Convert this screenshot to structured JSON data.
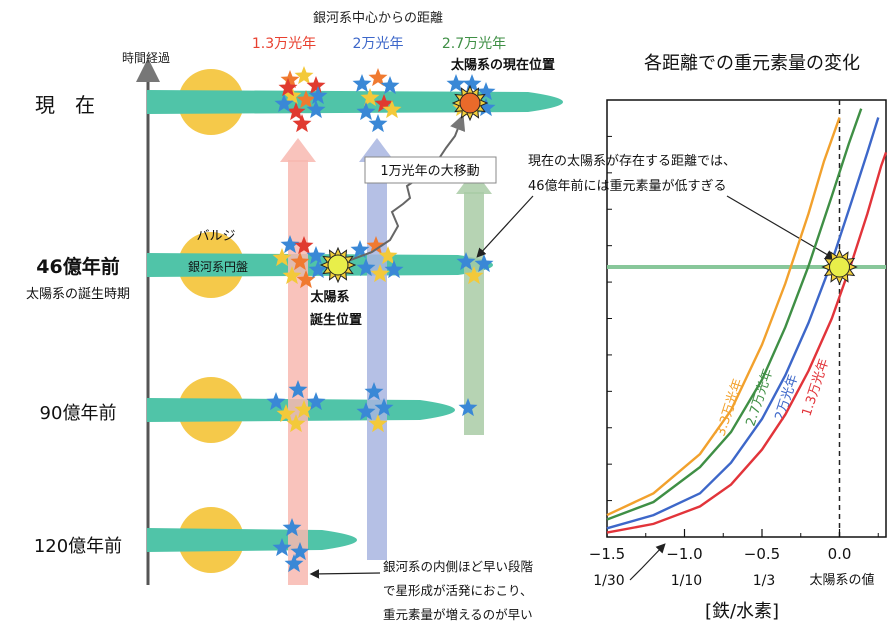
{
  "top": {
    "distance_title": "銀河系中心からの距離",
    "distances": [
      {
        "label": "1.3万光年",
        "color": "#e8402f"
      },
      {
        "label": "2万光年",
        "color": "#3d67c9"
      },
      {
        "label": "2.7万光年",
        "color": "#3f8f45"
      }
    ],
    "sun_now_label": "太陽系の現在位置"
  },
  "timeline": {
    "axis_label": "時間経過",
    "rows": [
      {
        "label": "現　在"
      },
      {
        "label": "46億年前",
        "sublabel": "太陽系の誕生時期"
      },
      {
        "label": "90億年前"
      },
      {
        "label": "120億年前"
      }
    ],
    "bulge_label": "バルジ",
    "disk_label": "銀河系円盤",
    "sun_birth_label": [
      "太陽系",
      "誕生位置"
    ],
    "migration_label": "1万光年の大移動"
  },
  "annotations": {
    "present_note": [
      "現在の太陽系が存在する距離では、",
      "46億年前には重元素量が低すぎる"
    ],
    "inner_note": [
      "銀河系の内側ほど早い段階",
      "で星形成が活発におこり、",
      "重元素量が増えるのが早い"
    ]
  },
  "chart_data": {
    "type": "line",
    "title": "各距離での重元素量の変化",
    "xlabel": "[鉄/水素]",
    "xlim": [
      -1.5,
      0.3
    ],
    "x_ticks": [
      -1.5,
      -1.0,
      -0.5,
      0.0
    ],
    "x_tick_labels": [
      "−1.5",
      "−1.0",
      "−0.5",
      "0.0"
    ],
    "x_ratio_labels": [
      "1/30",
      "1/10",
      "1/3"
    ],
    "sun_value_label": "太陽系の値",
    "sun_reference_x": 0.0,
    "birth_time_line_color": "#88c79a",
    "series": [
      {
        "name": "3.3万光年",
        "color": "#f2a12d",
        "points": [
          [
            -1.5,
            0.05
          ],
          [
            -1.2,
            0.1
          ],
          [
            -0.9,
            0.19
          ],
          [
            -0.7,
            0.29
          ],
          [
            -0.5,
            0.44
          ],
          [
            -0.35,
            0.58
          ],
          [
            -0.2,
            0.74
          ],
          [
            -0.1,
            0.86
          ],
          [
            0.0,
            0.96
          ]
        ]
      },
      {
        "name": "2.7万光年",
        "color": "#3f8f45",
        "points": [
          [
            -1.5,
            0.04
          ],
          [
            -1.2,
            0.08
          ],
          [
            -0.9,
            0.16
          ],
          [
            -0.7,
            0.24
          ],
          [
            -0.5,
            0.36
          ],
          [
            -0.35,
            0.48
          ],
          [
            -0.2,
            0.62
          ],
          [
            -0.05,
            0.78
          ],
          [
            0.06,
            0.9
          ],
          [
            0.14,
            0.98
          ]
        ]
      },
      {
        "name": "2万光年",
        "color": "#3d67c9",
        "points": [
          [
            -1.5,
            0.02
          ],
          [
            -1.2,
            0.05
          ],
          [
            -0.9,
            0.1
          ],
          [
            -0.7,
            0.17
          ],
          [
            -0.5,
            0.27
          ],
          [
            -0.35,
            0.37
          ],
          [
            -0.2,
            0.49
          ],
          [
            -0.05,
            0.63
          ],
          [
            0.08,
            0.77
          ],
          [
            0.18,
            0.88
          ],
          [
            0.25,
            0.96
          ]
        ]
      },
      {
        "name": "1.3万光年",
        "color": "#e2343a",
        "points": [
          [
            -1.5,
            0.01
          ],
          [
            -1.2,
            0.03
          ],
          [
            -0.9,
            0.07
          ],
          [
            -0.7,
            0.12
          ],
          [
            -0.5,
            0.2
          ],
          [
            -0.35,
            0.28
          ],
          [
            -0.2,
            0.38
          ],
          [
            -0.05,
            0.5
          ],
          [
            0.08,
            0.63
          ],
          [
            0.18,
            0.74
          ],
          [
            0.27,
            0.85
          ],
          [
            0.3,
            0.88
          ]
        ]
      }
    ]
  },
  "colors": {
    "disk": "#50c4a8",
    "bulge": "#f5c94a",
    "arrow_red": "#f8b8b0",
    "arrow_blue": "#a8b5e0",
    "arrow_green": "#a9cba6",
    "star_blue": "#3a88d6",
    "star_yellow": "#f3c93a",
    "star_orange": "#f07a30",
    "star_red": "#e03a30"
  }
}
